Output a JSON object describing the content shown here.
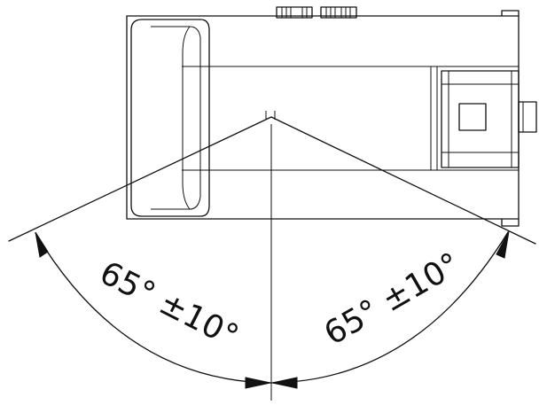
{
  "diagram": {
    "left_angle": {
      "text": "65° ±10°",
      "nominal_deg": 65,
      "tolerance_deg": 10
    },
    "right_angle": {
      "text": "65° ±10°",
      "nominal_deg": 65,
      "tolerance_deg": 10
    },
    "colors": {
      "line": "#111111",
      "background": "#ffffff"
    }
  }
}
